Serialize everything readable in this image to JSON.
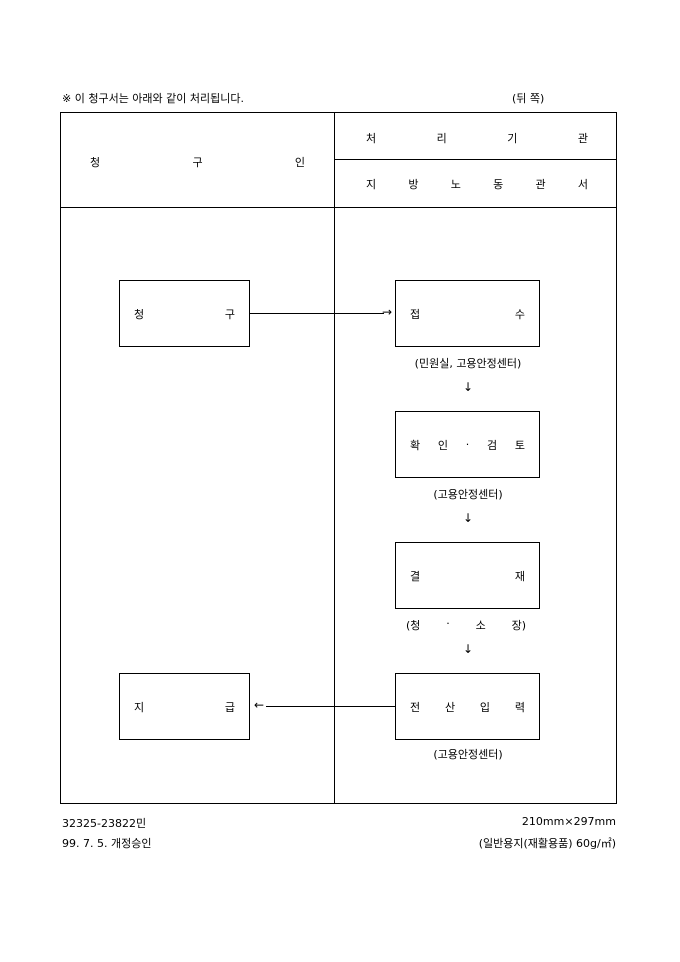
{
  "header": {
    "note": "※ 이 청구서는 아래와 같이 처리됩니다.",
    "side_label": "(뒤 쪽)"
  },
  "table": {
    "claimant_header": [
      "청",
      "구",
      "인"
    ],
    "processing_org_header": [
      "처",
      "리",
      "기",
      "관"
    ],
    "processing_org_name": [
      "지",
      "방",
      "노",
      "동",
      "관",
      "서"
    ]
  },
  "left_flow": {
    "claim_box": [
      "청",
      "구"
    ],
    "payment_box": [
      "지",
      "급"
    ]
  },
  "right_flow": {
    "steps": [
      {
        "label": [
          "접",
          "수"
        ],
        "caption": "(민원실, 고용안정센터)"
      },
      {
        "label": [
          "확",
          "인",
          "·",
          "검",
          "토"
        ],
        "caption": "(고용안정센터)"
      },
      {
        "label": [
          "결",
          "재"
        ],
        "caption": [
          "(청",
          "·",
          "소",
          "장)"
        ]
      },
      {
        "label": [
          "전",
          "산",
          "입",
          "력"
        ],
        "caption": "(고용안정센터)"
      }
    ],
    "down_arrow": "↓",
    "right_arrow": "→",
    "left_arrow": "←"
  },
  "footer": {
    "form_number": "32325-23822민",
    "approval": "99. 7. 5. 개정승인",
    "size": "210mm×297mm",
    "paper": "(일반용지(재활용품) 60g/㎡)"
  }
}
